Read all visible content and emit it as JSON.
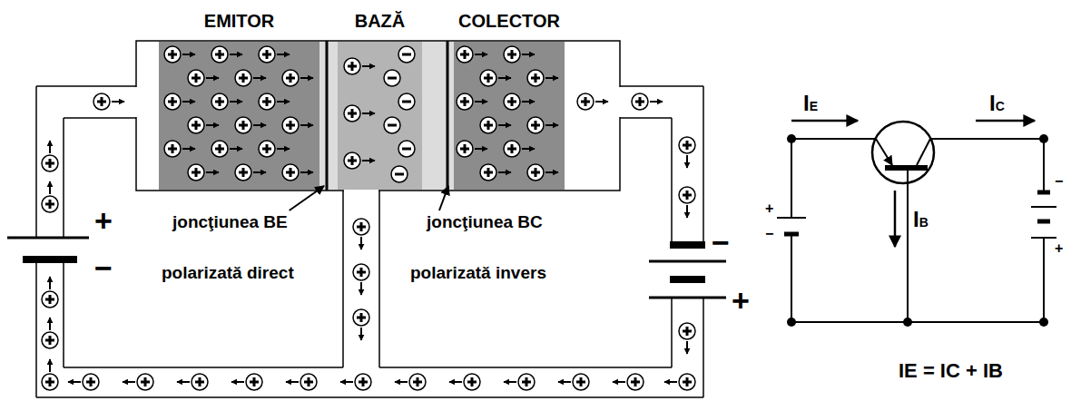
{
  "diagram": {
    "nodes": [
      {
        "text": [
          "EMITOR"
        ]
      },
      {
        "text": [
          "BAZĂ"
        ]
      },
      {
        "text": [
          "COLECTOR"
        ]
      }
    ],
    "labels": [
      "joncţiunea BE",
      "polarizată direct",
      "joncţiunea BC",
      "polarizată invers",
      "+",
      "−",
      "−",
      "+",
      "IE",
      "IC",
      "IB",
      "+",
      "−",
      "−",
      "+",
      "IE = IC + IB"
    ]
  }
}
